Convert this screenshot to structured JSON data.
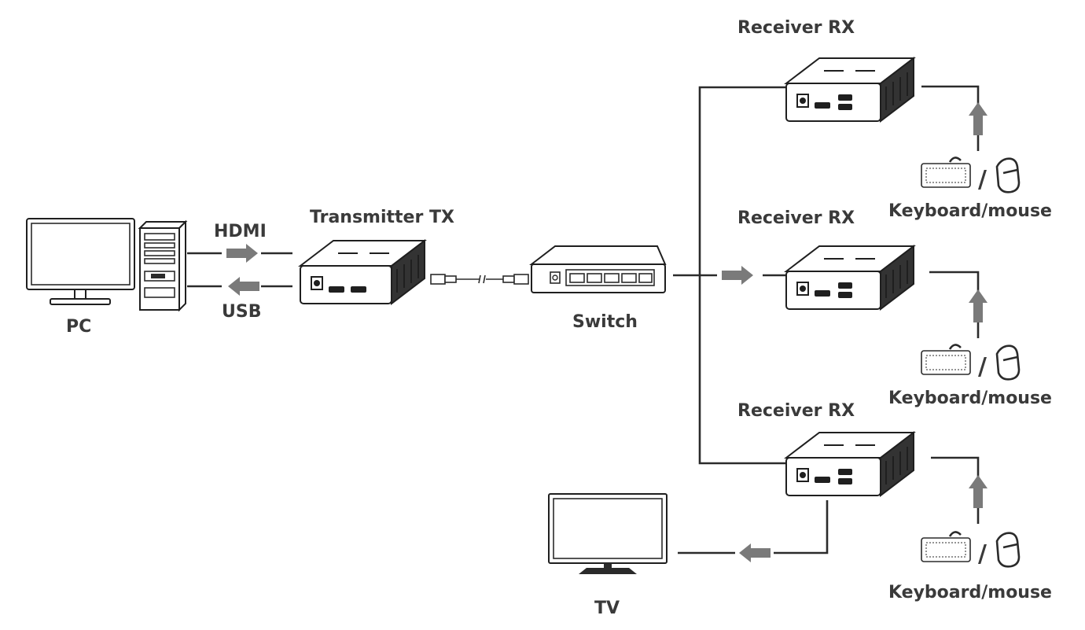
{
  "labels": {
    "pc": "PC",
    "hdmi": "HDMI",
    "usb": "USB",
    "transmitter": "Transmitter TX",
    "switch": "Switch",
    "receiver_1": "Receiver RX",
    "receiver_2": "Receiver RX",
    "receiver_3": "Receiver RX",
    "keyboard_mouse_1": "Keyboard/mouse",
    "keyboard_mouse_2": "Keyboard/mouse",
    "keyboard_mouse_3": "Keyboard/mouse",
    "tv": "TV",
    "slash_1": "/",
    "slash_2": "/",
    "slash_3": "/"
  },
  "colors": {
    "line": "#2b2b2b",
    "arrow": "#7a7a7a",
    "text": "#3a3a3a",
    "device_dark": "#2a2a2a"
  }
}
